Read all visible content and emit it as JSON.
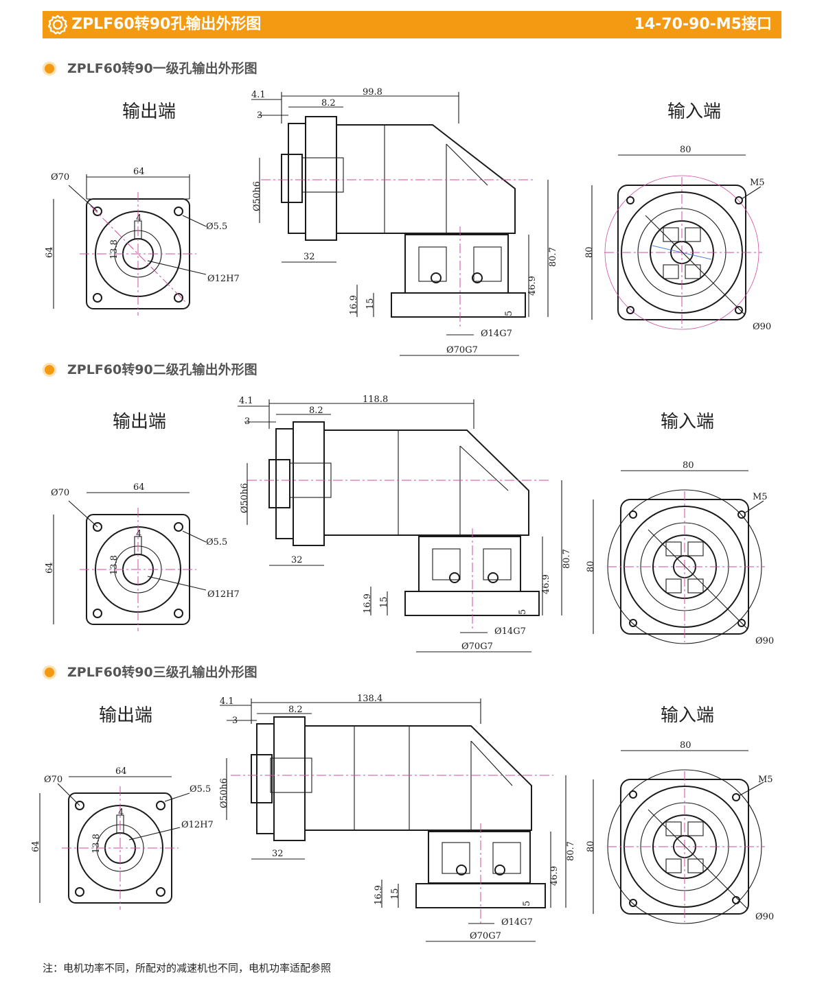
{
  "header": {
    "title": "ZPLF60转90孔输出外形图",
    "code": "14-70-90-M5接口"
  },
  "sections": [
    {
      "heading": "ZPLF60转90一级孔输出外形图",
      "output_title": "输出端",
      "input_title": "输入端",
      "output_dims": {
        "d70": "Ø70",
        "w64": "64",
        "h64": "64",
        "hole": "Ø5.5",
        "bore": "Ø12H7",
        "key": "13.8",
        "key_w": "4"
      },
      "side_dims": {
        "a": "4.1",
        "b": "3",
        "c": "8.2",
        "len": "99.8",
        "pilot": "Ø50h6",
        "s32": "32",
        "h80": "80.7",
        "h46": "46.9",
        "h16": "16.9",
        "h15": "15",
        "h5": "5",
        "d14": "Ø14G7",
        "d70": "Ø70G7"
      },
      "input_dims": {
        "w80": "80",
        "h80": "80",
        "m5": "M5",
        "d90": "Ø90"
      }
    },
    {
      "heading": "ZPLF60转90二级孔输出外形图",
      "output_title": "输出端",
      "input_title": "输入端",
      "output_dims": {
        "d70": "Ø70",
        "w64": "64",
        "h64": "64",
        "hole": "Ø5.5",
        "bore": "Ø12H7",
        "key": "13.8",
        "key_w": "4"
      },
      "side_dims": {
        "a": "4.1",
        "b": "3",
        "c": "8.2",
        "len": "118.8",
        "pilot": "Ø50h6",
        "s32": "32",
        "h80": "80.7",
        "h46": "46.9",
        "h16": "16.9",
        "h15": "15",
        "h5": "5",
        "d14": "Ø14G7",
        "d70": "Ø70G7"
      },
      "input_dims": {
        "w80": "80",
        "h80": "80",
        "m5": "M5",
        "d90": "Ø90"
      }
    },
    {
      "heading": "ZPLF60转90三级孔输出外形图",
      "output_title": "输出端",
      "input_title": "输入端",
      "output_dims": {
        "d70": "Ø70",
        "w64": "64",
        "h64": "64",
        "hole": "Ø5.5",
        "bore": "Ø12H7",
        "key": "13.8",
        "key_w": "4"
      },
      "side_dims": {
        "a": "4.1",
        "b": "3",
        "c": "8.2",
        "len": "138.4",
        "pilot": "Ø50h6",
        "s32": "32",
        "h80": "80.7",
        "h46": "46.9",
        "h16": "16.9",
        "h15": "15",
        "h5": "5",
        "d14": "Ø14G7",
        "d70": "Ø70G7"
      },
      "input_dims": {
        "w80": "80",
        "h80": "80",
        "m5": "M5",
        "d90": "Ø90"
      }
    }
  ],
  "note": "注：电机功率不同，所配对的减速机也不同，电机功率适配参照",
  "colors": {
    "accent": "#f39a12",
    "centerline": "#d24aa0",
    "line": "#1a1a1a"
  }
}
